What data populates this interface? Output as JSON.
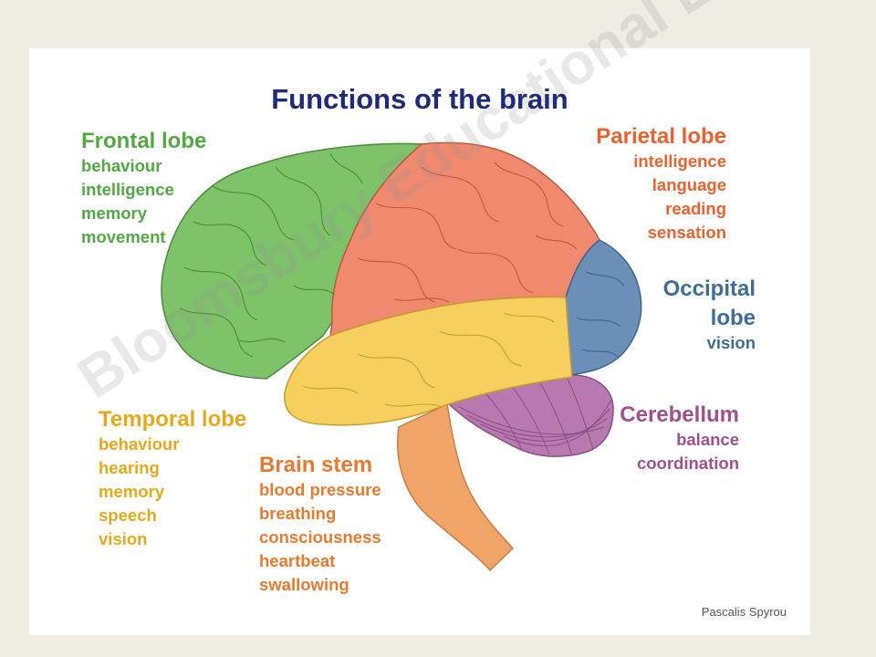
{
  "title": "Functions of the brain",
  "frontal": {
    "heading": "Frontal lobe",
    "items": [
      "behaviour",
      "intelligence",
      "memory",
      "movement"
    ]
  },
  "parietal": {
    "heading": "Parietal lobe",
    "items": [
      "intelligence",
      "language",
      "reading",
      "sensation"
    ]
  },
  "occipital": {
    "heading_line1": "Occipital",
    "heading_line2": "lobe",
    "items": [
      "vision"
    ]
  },
  "temporal": {
    "heading": "Temporal lobe",
    "items": [
      "behaviour",
      "hearing",
      "memory",
      "speech",
      "vision"
    ]
  },
  "brainstem": {
    "heading": "Brain stem",
    "items": [
      "blood pressure",
      "breathing",
      "consciousness",
      "heartbeat",
      "swallowing"
    ]
  },
  "cerebellum": {
    "heading": "Cerebellum",
    "items": [
      "balance",
      "coordination"
    ]
  },
  "credit": "Pascalis Spyrou",
  "watermark": "Bloomsbury Educational Ltd",
  "colors": {
    "frontal": "#7ec26a",
    "parietal": "#f08a6e",
    "occipital": "#6b8fb7",
    "temporal": "#f6cf5e",
    "cerebellum": "#b879b0",
    "brainstem": "#f1a468",
    "title": "#1f2a7a"
  }
}
